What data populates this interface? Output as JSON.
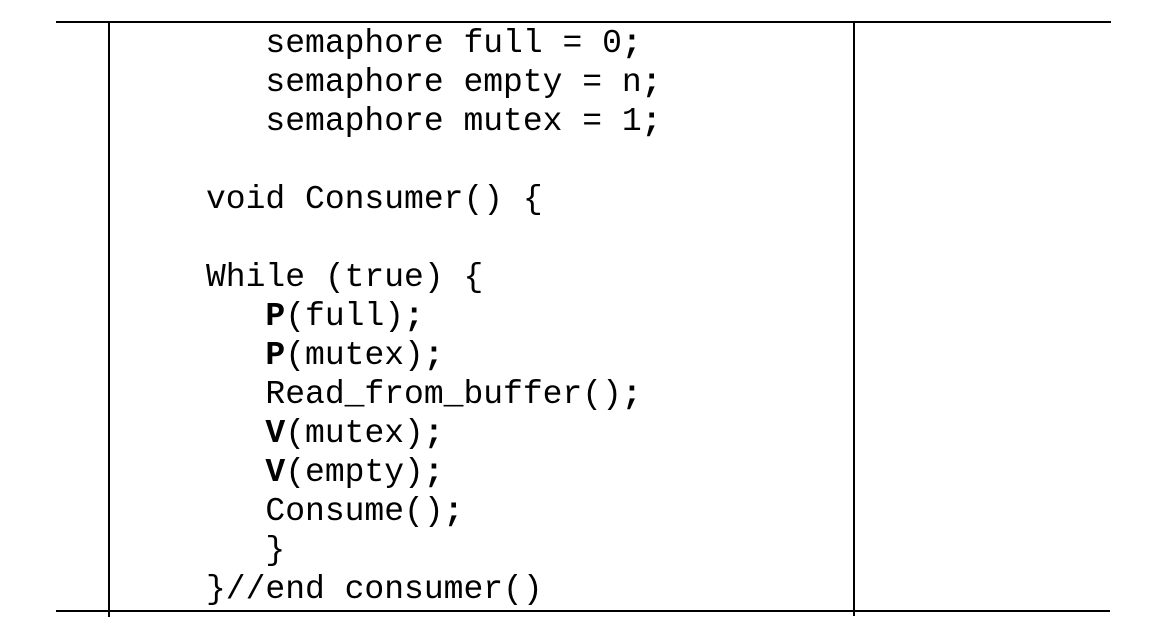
{
  "page": {
    "background_color": "#ffffff",
    "text_color": "#000000",
    "border_color": "#000000"
  },
  "code_table": {
    "description-of-structure": "table row with empty left margin cell, code cell, empty right cell",
    "lines": [
      {
        "segments": [
          {
            "text": "   semaphore full = 0",
            "bold": false
          },
          {
            "text": ";",
            "bold": true
          }
        ]
      },
      {
        "segments": [
          {
            "text": "   semaphore empty = n",
            "bold": false
          },
          {
            "text": ";",
            "bold": true
          }
        ]
      },
      {
        "segments": [
          {
            "text": "   semaphore mutex = 1",
            "bold": false
          },
          {
            "text": ";",
            "bold": true
          }
        ]
      },
      {
        "segments": []
      },
      {
        "segments": [
          {
            "text": "void Consumer() {",
            "bold": false
          }
        ]
      },
      {
        "segments": []
      },
      {
        "segments": [
          {
            "text": "While (true) {",
            "bold": false
          }
        ]
      },
      {
        "segments": [
          {
            "text": "   ",
            "bold": false
          },
          {
            "text": "P",
            "bold": true
          },
          {
            "text": "(full)",
            "bold": false
          },
          {
            "text": ";",
            "bold": true
          }
        ]
      },
      {
        "segments": [
          {
            "text": "   ",
            "bold": false
          },
          {
            "text": "P",
            "bold": true
          },
          {
            "text": "(mutex)",
            "bold": false
          },
          {
            "text": ";",
            "bold": true
          }
        ]
      },
      {
        "segments": [
          {
            "text": "   Read_from_buffer()",
            "bold": false
          },
          {
            "text": ";",
            "bold": true
          }
        ]
      },
      {
        "segments": [
          {
            "text": "   ",
            "bold": false
          },
          {
            "text": "V",
            "bold": true
          },
          {
            "text": "(mutex)",
            "bold": false
          },
          {
            "text": ";",
            "bold": true
          }
        ]
      },
      {
        "segments": [
          {
            "text": "   ",
            "bold": false
          },
          {
            "text": "V",
            "bold": true
          },
          {
            "text": "(empty)",
            "bold": false
          },
          {
            "text": ";",
            "bold": true
          }
        ]
      },
      {
        "segments": [
          {
            "text": "   Consume()",
            "bold": false
          },
          {
            "text": ";",
            "bold": true
          }
        ]
      },
      {
        "segments": [
          {
            "text": "   }",
            "bold": false
          }
        ]
      },
      {
        "segments": [
          {
            "text": "}//end consumer()",
            "bold": false
          }
        ]
      }
    ]
  }
}
